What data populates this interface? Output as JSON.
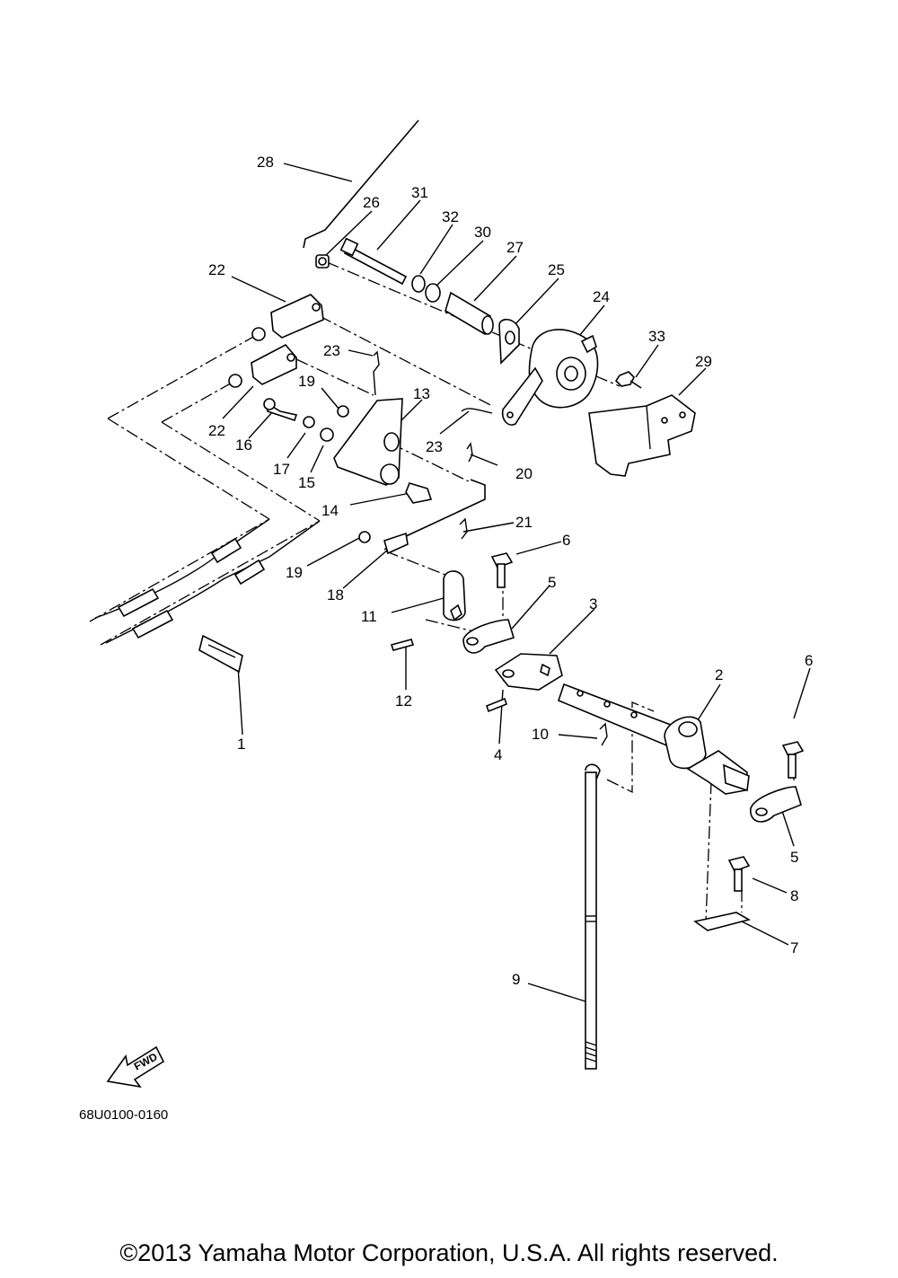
{
  "diagram": {
    "drawing_code": "68U0100-0160",
    "fwd_label": "FWD",
    "callouts": [
      "28",
      "26",
      "31",
      "32",
      "30",
      "27",
      "25",
      "24",
      "33",
      "29",
      "22",
      "23",
      "19",
      "13",
      "22",
      "16",
      "17",
      "15",
      "23",
      "20",
      "14",
      "21",
      "6",
      "19",
      "18",
      "5",
      "3",
      "11",
      "12",
      "2",
      "6",
      "4",
      "10",
      "1",
      "5",
      "8",
      "7",
      "9"
    ]
  },
  "footer": {
    "copyright": "©2013 Yamaha Motor Corporation, U.S.A. All rights reserved."
  }
}
